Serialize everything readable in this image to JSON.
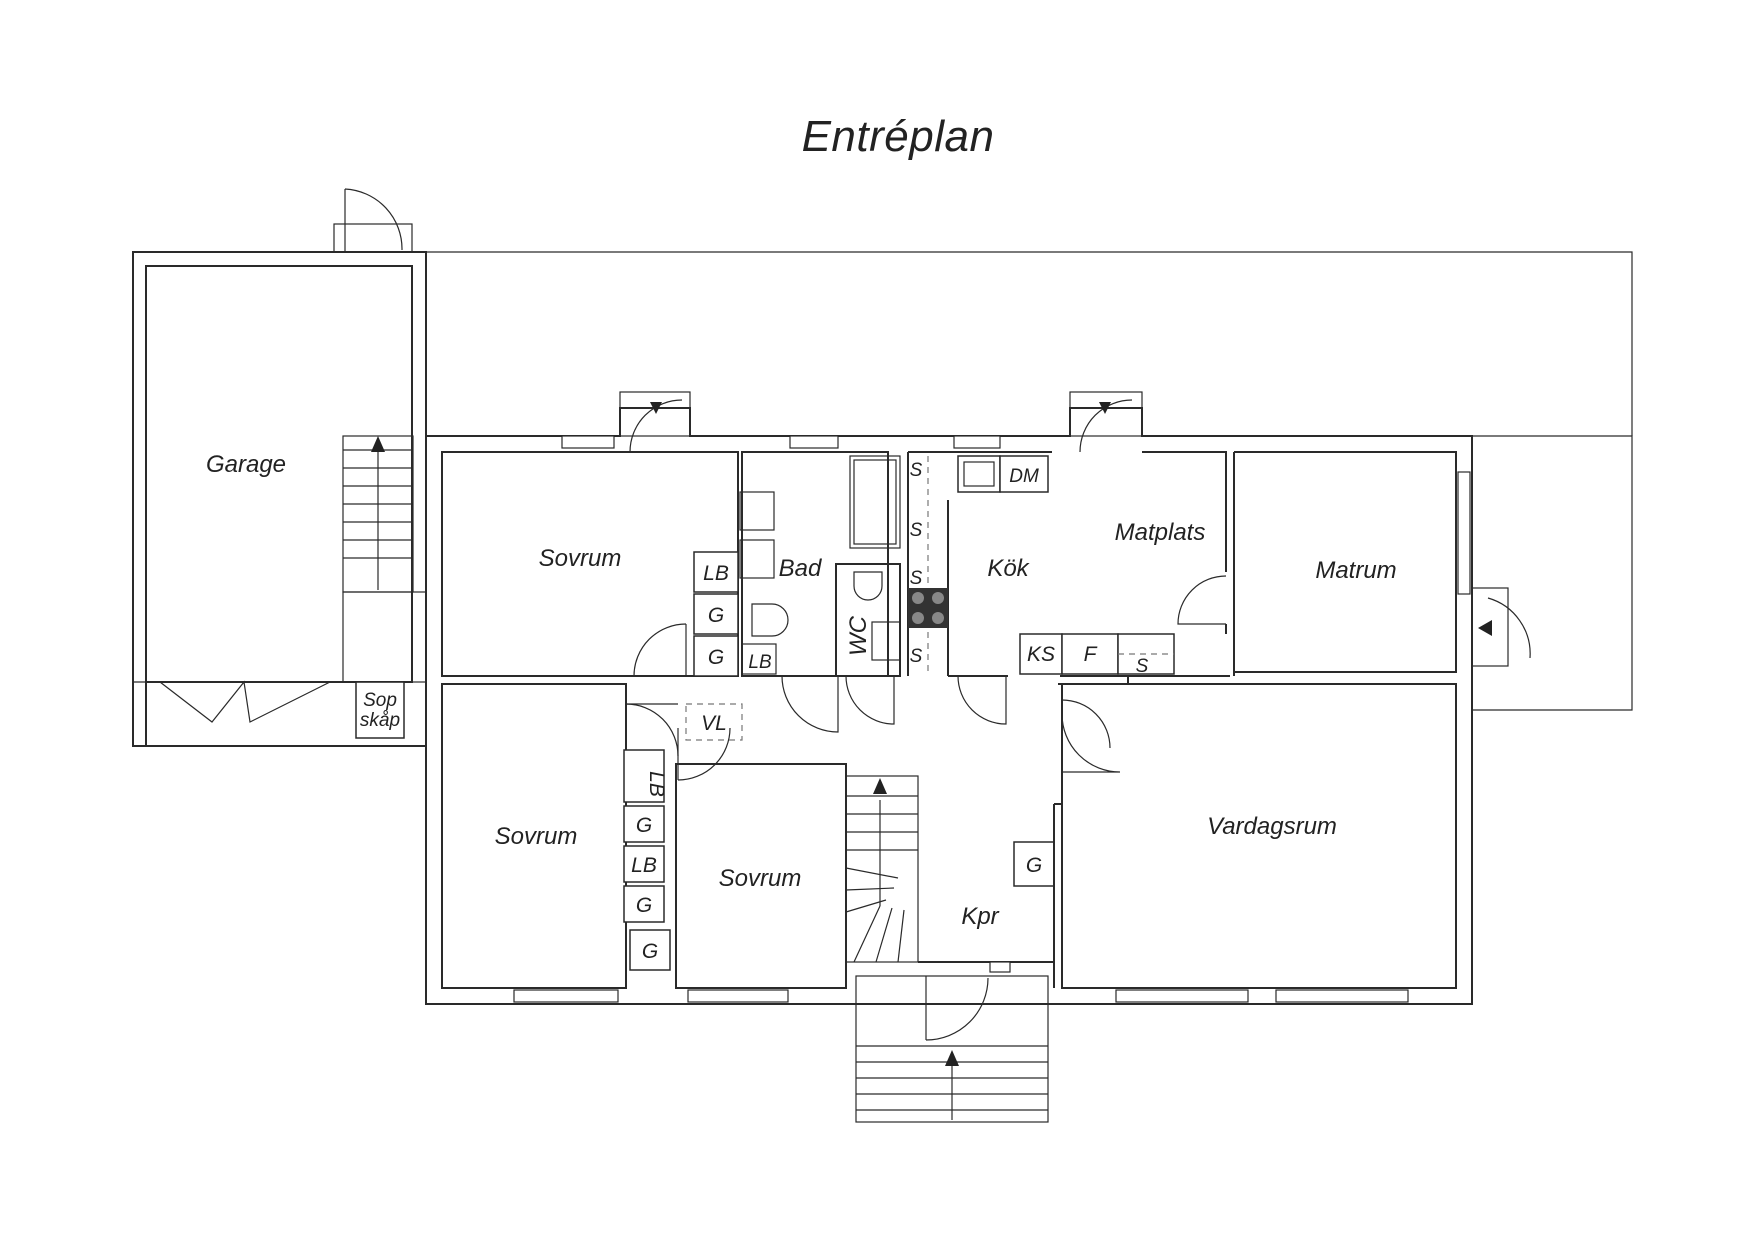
{
  "title": "Entréplan",
  "rooms": {
    "garage": "Garage",
    "sovrum_1": "Sovrum",
    "bad": "Bad",
    "kok": "Kök",
    "matplats": "Matplats",
    "matrum": "Matrum",
    "sovrum_2": "Sovrum",
    "sovrum_3": "Sovrum",
    "kpr": "Kpr",
    "vardagsrum": "Vardagsrum",
    "wc": "WC",
    "sopskap_line1": "Sop",
    "sopskap_line2": "skåp"
  },
  "fixtures": {
    "lb": "LB",
    "g": "G",
    "s": "S",
    "dm": "DM",
    "ks": "KS",
    "f": "F",
    "vl": "VL"
  },
  "colors": {
    "wall": "#2a2a2a",
    "background": "#ffffff",
    "stove": "#333333"
  }
}
